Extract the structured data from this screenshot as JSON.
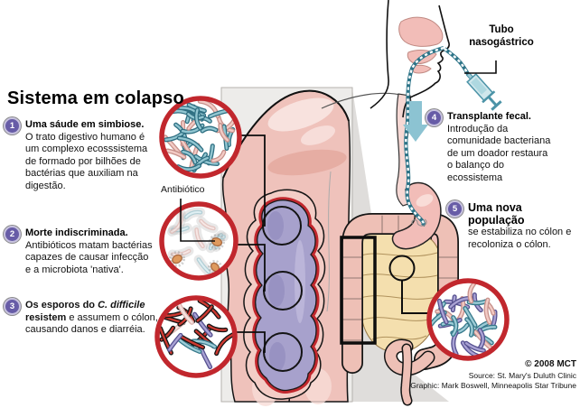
{
  "title": "Sistema em colapso",
  "steps": [
    {
      "num": "1",
      "heading": "Uma sáude em simbiose.",
      "body": "O trato digestivo humano é um complexo ecosssistema de formado por bilhões de bactérias que auxiliam na digestão."
    },
    {
      "num": "2",
      "heading": "Morte indiscriminada.",
      "body": "Antibióticos matam bactérias capazes de causar infecção e a microbiota 'nativa'."
    },
    {
      "num": "3",
      "heading_pre": "Os esporos do",
      "heading_italic": "C. difficile",
      "heading_tail": "resistem",
      "body": "e assumem o cólon, causando danos e diarréia."
    },
    {
      "num": "4",
      "heading": "Transplante fecal.",
      "body": "Introdução da comunidade bacteriana de um doador restaura o balanço do ecossistema"
    },
    {
      "num": "5",
      "heading": "Uma nova população",
      "body": "se estabiliza no cólon e recoloniza o cólon."
    }
  ],
  "labels": {
    "antibiotic": "Antibiótico",
    "nasogastric_tube": "Tubo nasogástrico"
  },
  "credits": {
    "copyright": "© 2008 MCT",
    "source": "Source: St. Mary's Duluth Clinic",
    "graphic": "Graphic: Mark Boswell, Minneapolis Star Tribune"
  },
  "colors": {
    "callout_red": "#c1272d",
    "badge_purple": "#675ca7",
    "tube_teal": "#2d7488",
    "arrow_teal": "#8cc3d2",
    "lumen_purple": "#a7a1cc",
    "flesh_pink": "#efc2bb",
    "panel_gray": "#edecea"
  }
}
